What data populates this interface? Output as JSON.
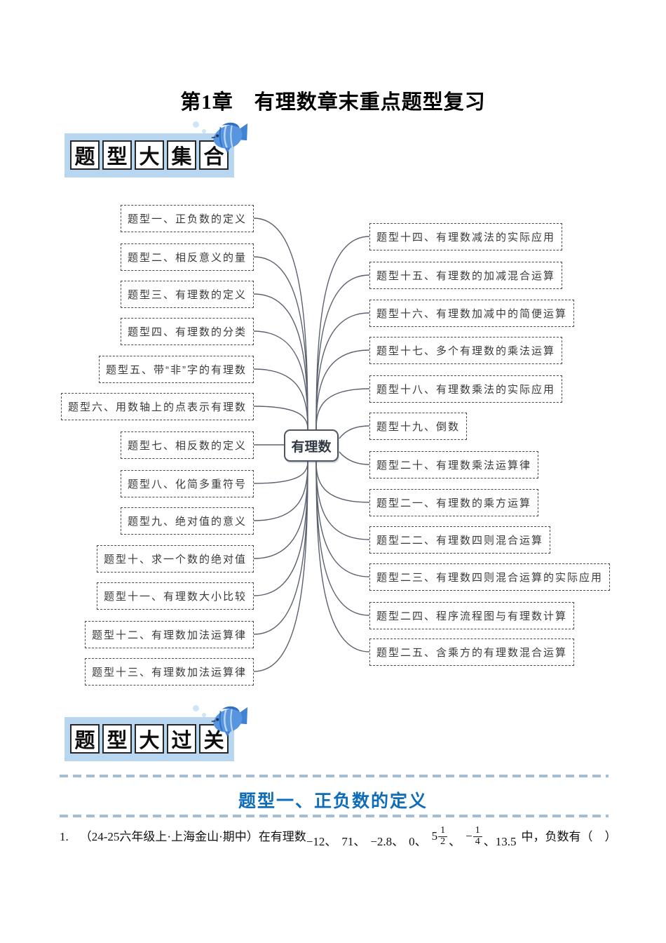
{
  "page": {
    "title": "第1章　有理数章末重点题型复习"
  },
  "badges": {
    "collection": {
      "chars": [
        "题",
        "型",
        "大",
        "集",
        "合"
      ]
    },
    "pass": {
      "chars": [
        "题",
        "型",
        "大",
        "过",
        "关"
      ]
    }
  },
  "mindmap": {
    "root": "有理数",
    "left": [
      "题型一、正负数的定义",
      "题型二、相反意义的量",
      "题型三、有理数的定义",
      "题型四、有理数的分类",
      "题型五、带“非”字的有理数",
      "题型六、用数轴上的点表示有理数",
      "题型七、相反数的定义",
      "题型八、化简多重符号",
      "题型九、绝对值的意义",
      "题型十、求一个数的绝对值",
      "题型十一、有理数大小比较",
      "题型十二、有理数加法运算律",
      "题型十三、有理数加法运算律"
    ],
    "right": [
      "题型十四、有理数减法的实际应用",
      "题型十五、有理数的加减混合运算",
      "题型十六、有理数加减中的简便运算",
      "题型十七、多个有理数的乘法运算",
      "题型十八、有理数乘法的实际应用",
      "题型十九、倒数",
      "题型二十、有理数乘法运算律",
      "题型二一、有理数的乘方运算",
      "题型二二、有理数四则混合运算",
      "题型二三、有理数四则混合运算的实际应用",
      "题型二四、程序流程图与有理数计算",
      "题型二五、含乘方的有理数混合运算"
    ]
  },
  "section": {
    "title": "题型一、正负数的定义"
  },
  "question": {
    "number": "1.",
    "prefix": "（24-25六年级上·上海金山·期中）在有理数",
    "items": [
      "−12、",
      "71、",
      "−2.8、",
      "0、"
    ],
    "mixed": {
      "whole": "5",
      "num": "1",
      "den": "2"
    },
    "separator": "、",
    "negfrac": {
      "minus": "−",
      "num": "1",
      "den": "4"
    },
    "last": "、13.5",
    "suffix": "中，负数有（　）"
  },
  "colors": {
    "section_title_blue": "#0e6cb8",
    "badge_background_blue": "#b9d6f0",
    "divider_blue": "#a3bdd2",
    "fish_blue": "#4f92de",
    "map_line_gray": "#5b616e"
  }
}
